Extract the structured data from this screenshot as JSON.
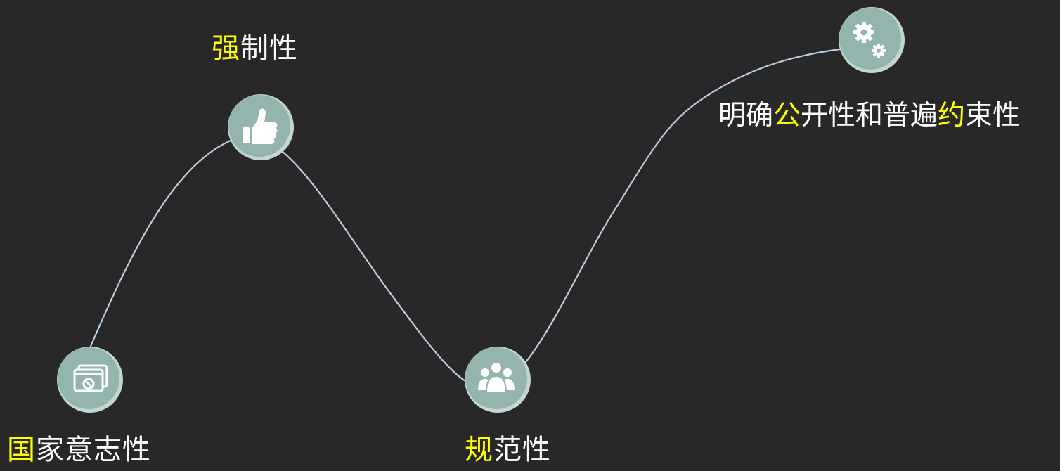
{
  "colors": {
    "background": "#282828",
    "curve": "#b8cfe2",
    "node_fill": "#93b5ad",
    "node_ring": "#c4d6d1",
    "icon": "#ffffff",
    "highlight_text": "#ffff00",
    "normal_text": "#ffffff"
  },
  "nodes": [
    {
      "id": "national-will",
      "icon": "blocked-window-icon",
      "label": {
        "highlight": "国",
        "rest": "家意志性"
      }
    },
    {
      "id": "coercive",
      "icon": "thumbs-up-icon",
      "label": {
        "highlight": "强",
        "rest": "制性"
      }
    },
    {
      "id": "normative",
      "icon": "group-people-icon",
      "label": {
        "highlight": "规",
        "rest": "范性"
      }
    },
    {
      "id": "explicit",
      "icon": "gears-icon",
      "label": {
        "part1": "明确",
        "highlight1": "公",
        "part2": "开性和普遍",
        "highlight2": "约",
        "part3": "束性"
      }
    }
  ]
}
